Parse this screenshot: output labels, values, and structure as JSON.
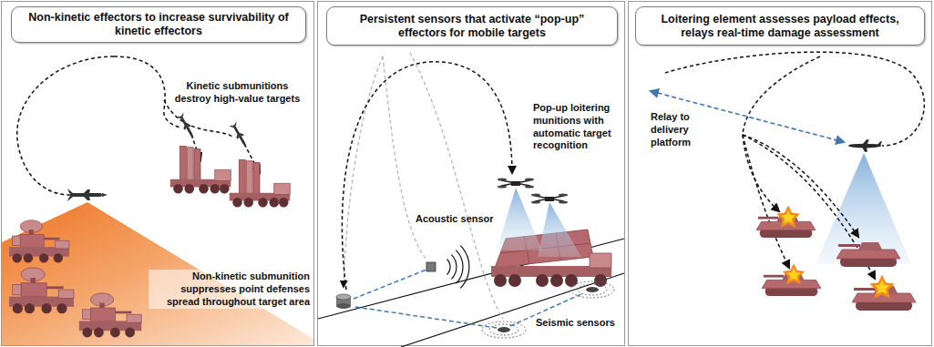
{
  "diagram": {
    "nodes": [
      {
        "text": [
          "Non-kinetic effectors to increase survivability of kinetic effectors"
        ]
      },
      {
        "text": [
          "Persistent sensors that activate “pop-up” effectors for mobile targets"
        ]
      },
      {
        "text": [
          "Loitering element assesses payload effects, relays real-time damage assessment"
        ]
      }
    ],
    "labels": [
      "Kinetic submunitions destroy high-value targets",
      "Non-kinetic submunition suppresses point defenses spread throughout target area",
      "Pop-up loitering munitions with automatic target recognition",
      "Acoustic sensor",
      "Seismic sensors",
      "Relay to delivery platform"
    ]
  }
}
